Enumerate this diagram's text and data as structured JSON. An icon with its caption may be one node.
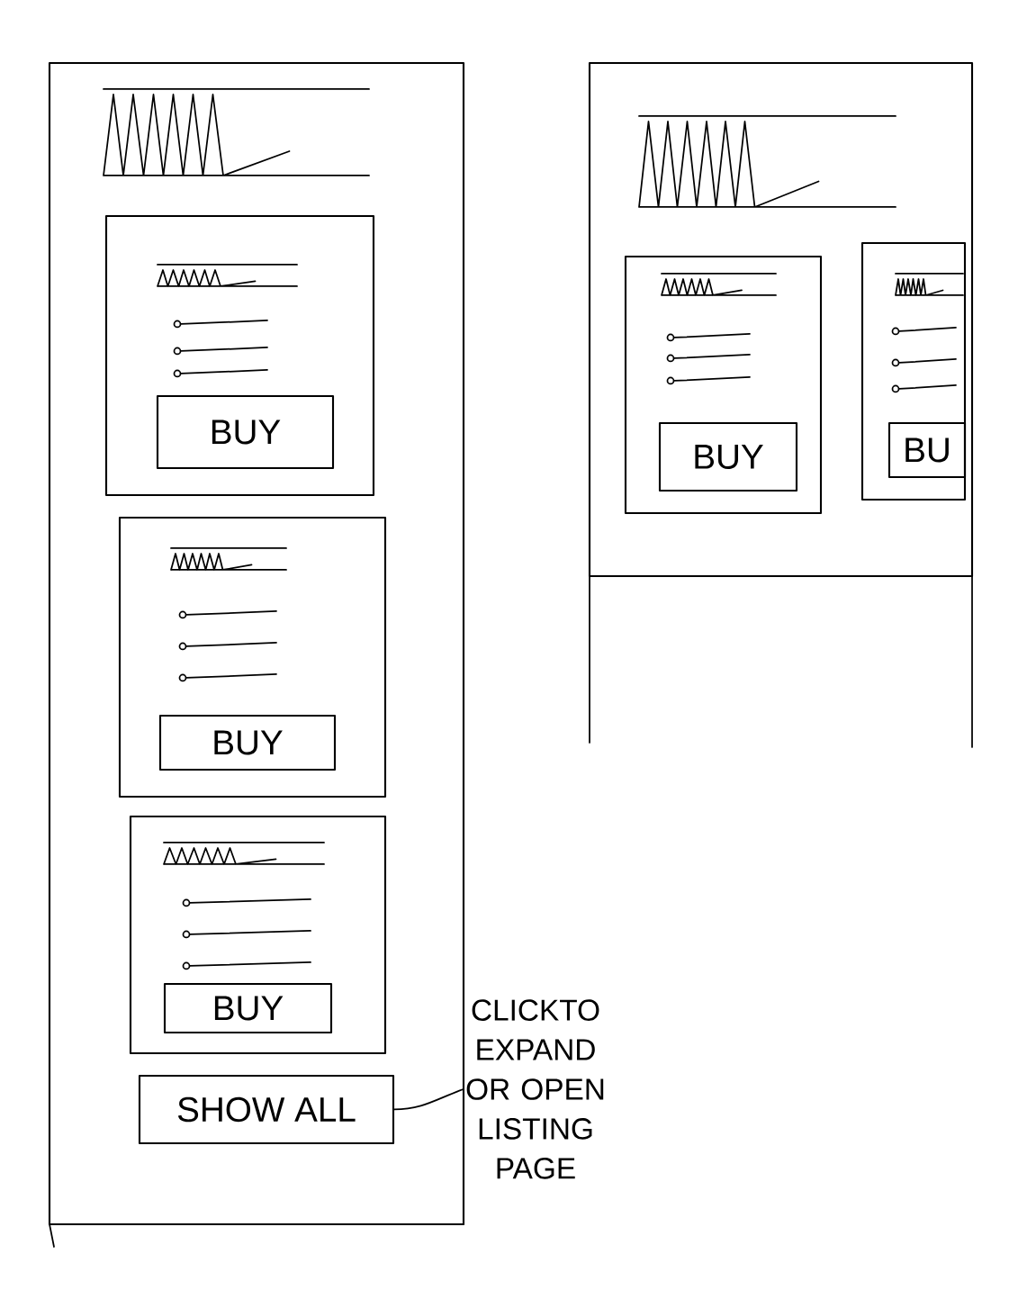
{
  "diagram": {
    "nodes": [
      {
        "text": [],
        "shape": "box"
      },
      {
        "text": [],
        "shape": "box",
        "in": 0
      },
      {
        "text": [
          "BUY"
        ],
        "in": 1
      },
      {
        "text": [],
        "shape": "box",
        "in": 0
      },
      {
        "text": [
          "BUY"
        ],
        "in": 3
      },
      {
        "text": [],
        "shape": "box",
        "in": 0
      },
      {
        "text": [
          "BUY"
        ],
        "in": 5
      },
      {
        "text": [
          "SHOW ALL"
        ],
        "in": 0
      },
      {
        "text": [
          "CLICKTO EXPAND OR OPEN LISTING PAGE"
        ]
      },
      {
        "text": [],
        "shape": "box"
      },
      {
        "text": [],
        "shape": "box",
        "in": 9
      },
      {
        "text": [
          "BUY"
        ],
        "in": 10
      },
      {
        "text": [],
        "shape": "box",
        "in": 9
      },
      {
        "text": [
          "BU"
        ],
        "in": 12
      }
    ],
    "edges": [
      {
        "from": 8,
        "to": 7,
        "arrow": "none"
      }
    ]
  }
}
